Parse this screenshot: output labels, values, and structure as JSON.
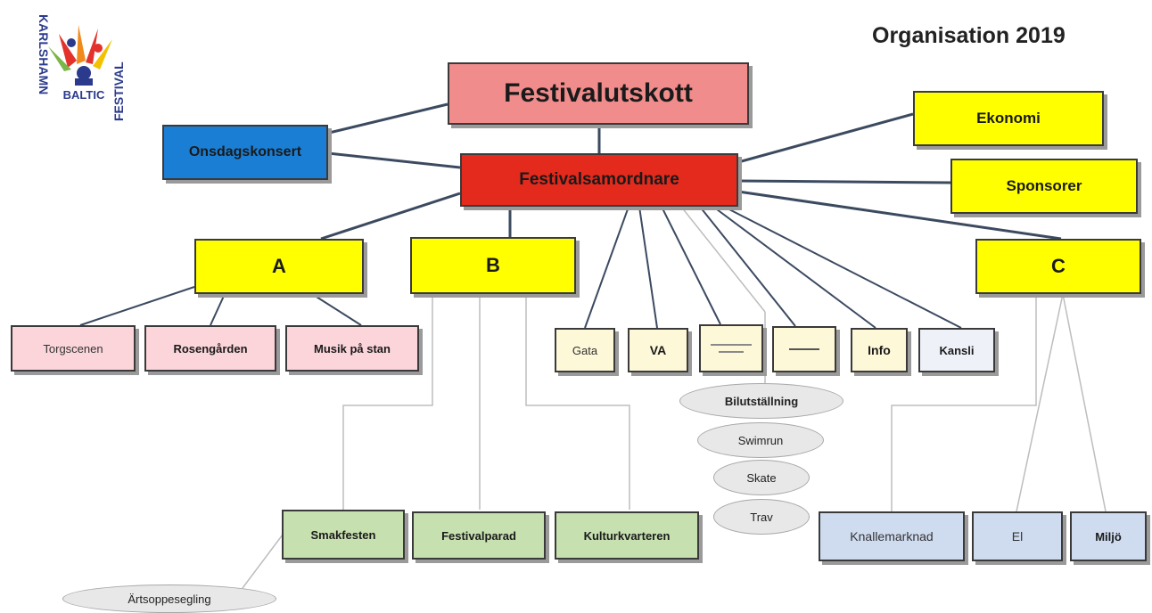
{
  "header": {
    "title": "Organisation 2019"
  },
  "logo": {
    "karlshamn": "KARLSHAMN",
    "festival": "FESTIVAL",
    "baltic": "BALTIC"
  },
  "nodes": {
    "festivalutskott": "Festivalutskott",
    "festivalsamordnare": "Festivalsamordnare",
    "onsdagskonsert": "Onsdagskonsert",
    "ekonomi": "Ekonomi",
    "sponsorer": "Sponsorer",
    "a": "A",
    "b": "B",
    "c": "C",
    "torgscenen": "Torgscenen",
    "rosengarden": "Rosengården",
    "musik_pa_stan": "Musik på stan",
    "gata": "Gata",
    "va": "VA",
    "info": "Info",
    "kansli": "Kansli",
    "smakfesten": "Smakfesten",
    "festivalparad": "Festivalparad",
    "kulturkvarteren": "Kulturkvarteren",
    "knallemarknad": "Knallemarknad",
    "el": "El",
    "miljo": "Miljö",
    "bilutstallning": "Bilutställning",
    "swimrun": "Swimrun",
    "skate": "Skate",
    "trav": "Trav",
    "artoppesegling": "Ärtsoppesegling"
  },
  "colors": {
    "festivalutskott": "#f08c8c",
    "festivalsamordnare": "#e32a1c",
    "onsdagskonsert": "#1a7fd4",
    "yellow": "#ffff00",
    "pink": "#fbd5da",
    "cream": "#fdf8d8",
    "pale_blue": "#eef2f8",
    "green": "#c6e0b0",
    "light_blue": "#cfdcf0"
  }
}
